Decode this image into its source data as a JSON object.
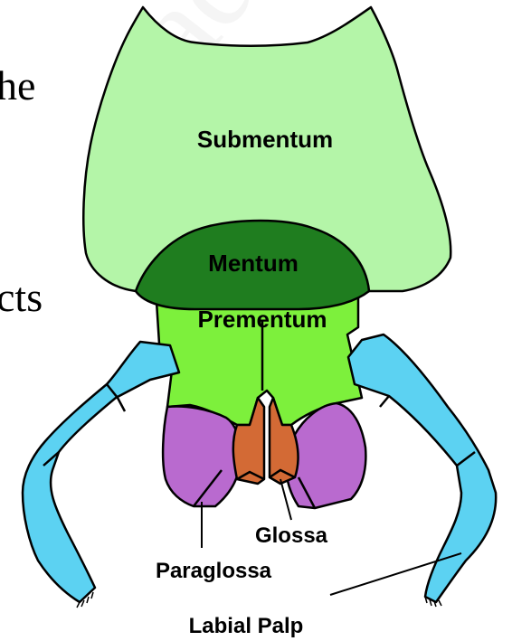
{
  "slide": {
    "text_fragments": [
      "he",
      "cts"
    ],
    "watermark": "ad"
  },
  "diagram": {
    "labels": {
      "submentum": "Submentum",
      "mentum": "Mentum",
      "prementum": "Prementum",
      "glossa": "Glossa",
      "paraglossa": "Paraglossa",
      "labial_palp": "Labial Palp"
    },
    "colors": {
      "submentum": "#b4f5a8",
      "mentum": "#1f7d1f",
      "prementum": "#7df03c",
      "glossa": "#d36a35",
      "paraglossa": "#b96acf",
      "labial_palp": "#5cd2f2",
      "outline": "#000000"
    }
  }
}
